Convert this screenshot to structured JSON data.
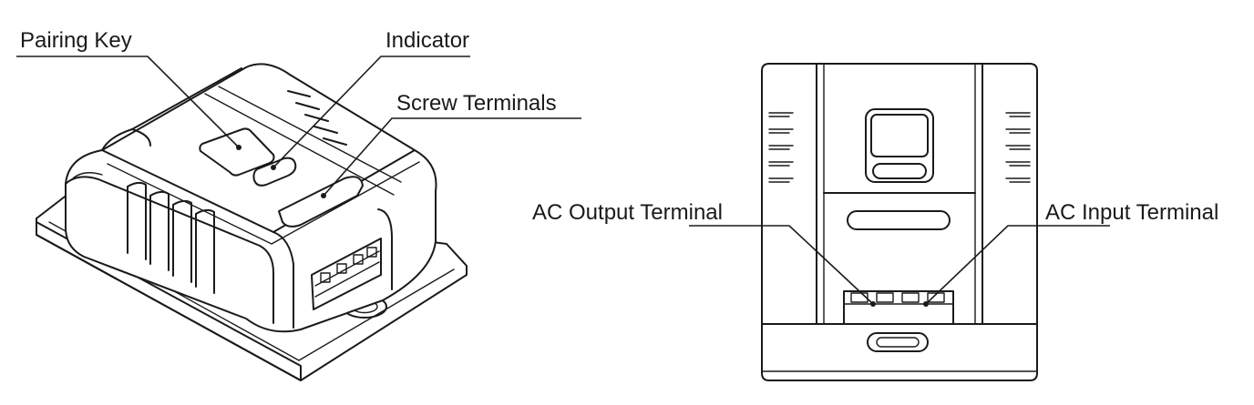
{
  "labels": {
    "pairing_key": "Pairing Key",
    "indicator": "Indicator",
    "screw_terminals": "Screw Terminals",
    "ac_output_terminal": "AC Output Terminal",
    "ac_input_terminal": "AC Input Terminal"
  },
  "colors": {
    "line": "#1a1a1a",
    "background": "#ffffff"
  }
}
